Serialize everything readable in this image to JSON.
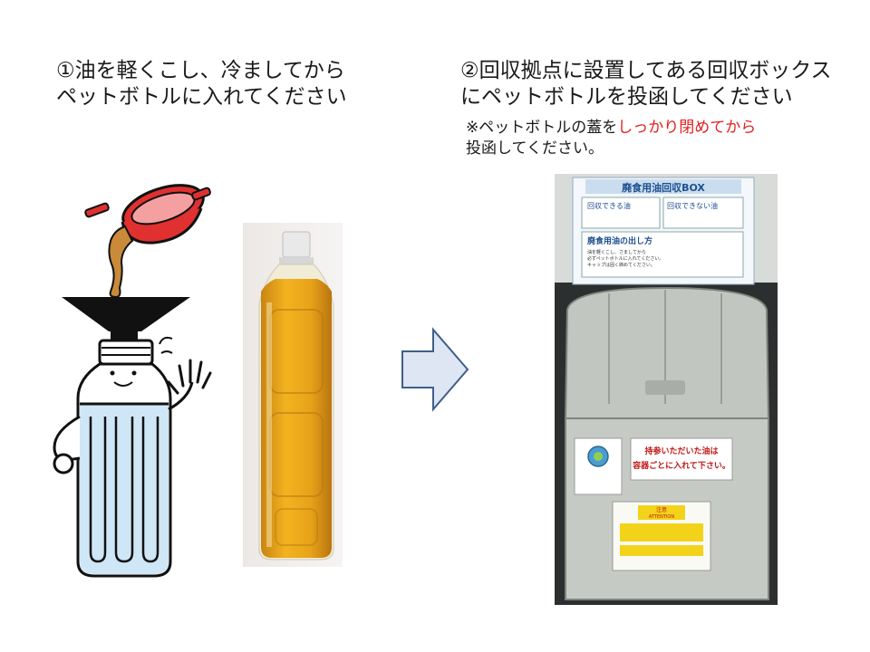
{
  "step1": {
    "line1": "①油を軽くこし、冷ましてから",
    "line2": "ペットボトルに入れてください"
  },
  "step2": {
    "line1": "②回収拠点に設置してある回収ボックス",
    "line2": "にペットボトルを投函してください"
  },
  "note": {
    "prefix": "※ペットボトルの蓋を",
    "highlight": "しっかり閉めてから",
    "line2": "投函してください。"
  },
  "box_photo": {
    "header": "廃食用油回収BOX",
    "ok_label": "回収できる油",
    "ng_label": "回収できない油",
    "howto_label": "廃食用油の出し方",
    "howto_lines": [
      "油を軽くこし、さましてから",
      "必ずペットボトルに入れてください。",
      "キャップは固く締めてください。"
    ],
    "sticker_line1": "持参いただいた油は",
    "sticker_line2": "容器ごとに入れて下さい。",
    "caution_title": "注意",
    "caution_sub": "ATTENTION"
  },
  "colors": {
    "text": "#1a1a1a",
    "highlight": "#e02020",
    "arrow_fill": "#dde6f2",
    "arrow_stroke": "#3f5f8a",
    "bottle_blue": "#cfe6f7",
    "pot_red": "#e03030",
    "oil": "#c98a3a"
  },
  "icons": [
    "pot-icon",
    "funnel-icon",
    "bottle-character-icon",
    "right-arrow-icon"
  ]
}
